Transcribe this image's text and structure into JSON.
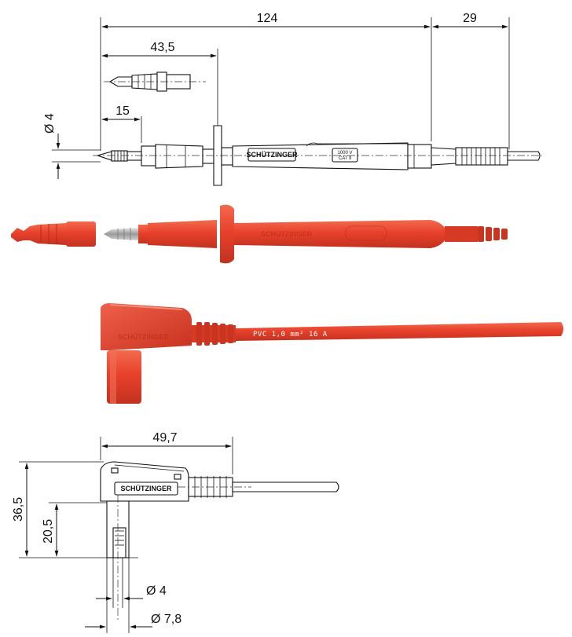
{
  "top_drawing": {
    "dim_total_length": "124",
    "dim_cable_length": "29",
    "dim_cap_length": "43,5",
    "dim_tip_length": "15",
    "dim_tip_diameter": "Ø 4",
    "brand": "SCHÜTZINGER",
    "rating_voltage": "1000 V",
    "rating_category": "CAT Ⅱ"
  },
  "red_probe": {
    "brand": "SCHÜTZINGER"
  },
  "red_plug": {
    "brand": "SCHÜTZINGER",
    "cable_print": "PVC 1,0 mm² 16 A"
  },
  "bottom_drawing": {
    "dim_length": "49,7",
    "dim_total_height": "36,5",
    "dim_pin_height": "20,5",
    "dim_pin_diameter": "Ø 4",
    "dim_sleeve_diameter": "Ø 7,8",
    "brand": "SCHÜTZINGER"
  },
  "colors": {
    "red": "#e8412b",
    "red_dark": "#c93520",
    "line": "#111111"
  }
}
